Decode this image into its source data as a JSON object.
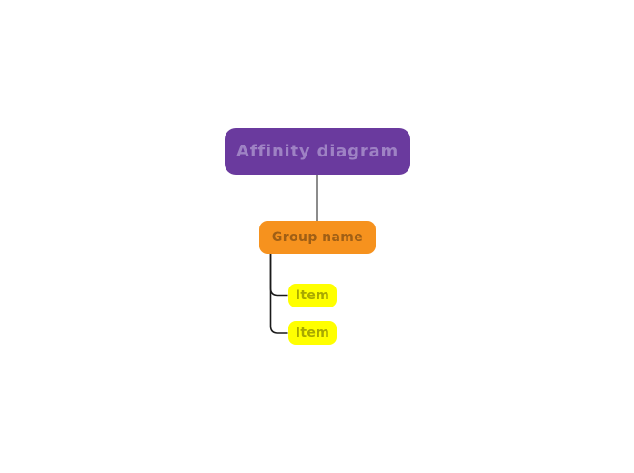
{
  "diagram": {
    "root": {
      "label": "Affinity diagram"
    },
    "group": {
      "label": "Group name",
      "items": [
        {
          "label": "Item"
        },
        {
          "label": "Item"
        }
      ]
    }
  },
  "colors": {
    "canvas-bg": "#ffffff",
    "root-fill": "#6a3a9e",
    "root-text": "#9e82c4",
    "group-fill": "#f6921e",
    "group-text": "#a05f15",
    "item-fill": "#ffff00",
    "item-text": "#a8a800",
    "connector": "#1a1a1a"
  }
}
